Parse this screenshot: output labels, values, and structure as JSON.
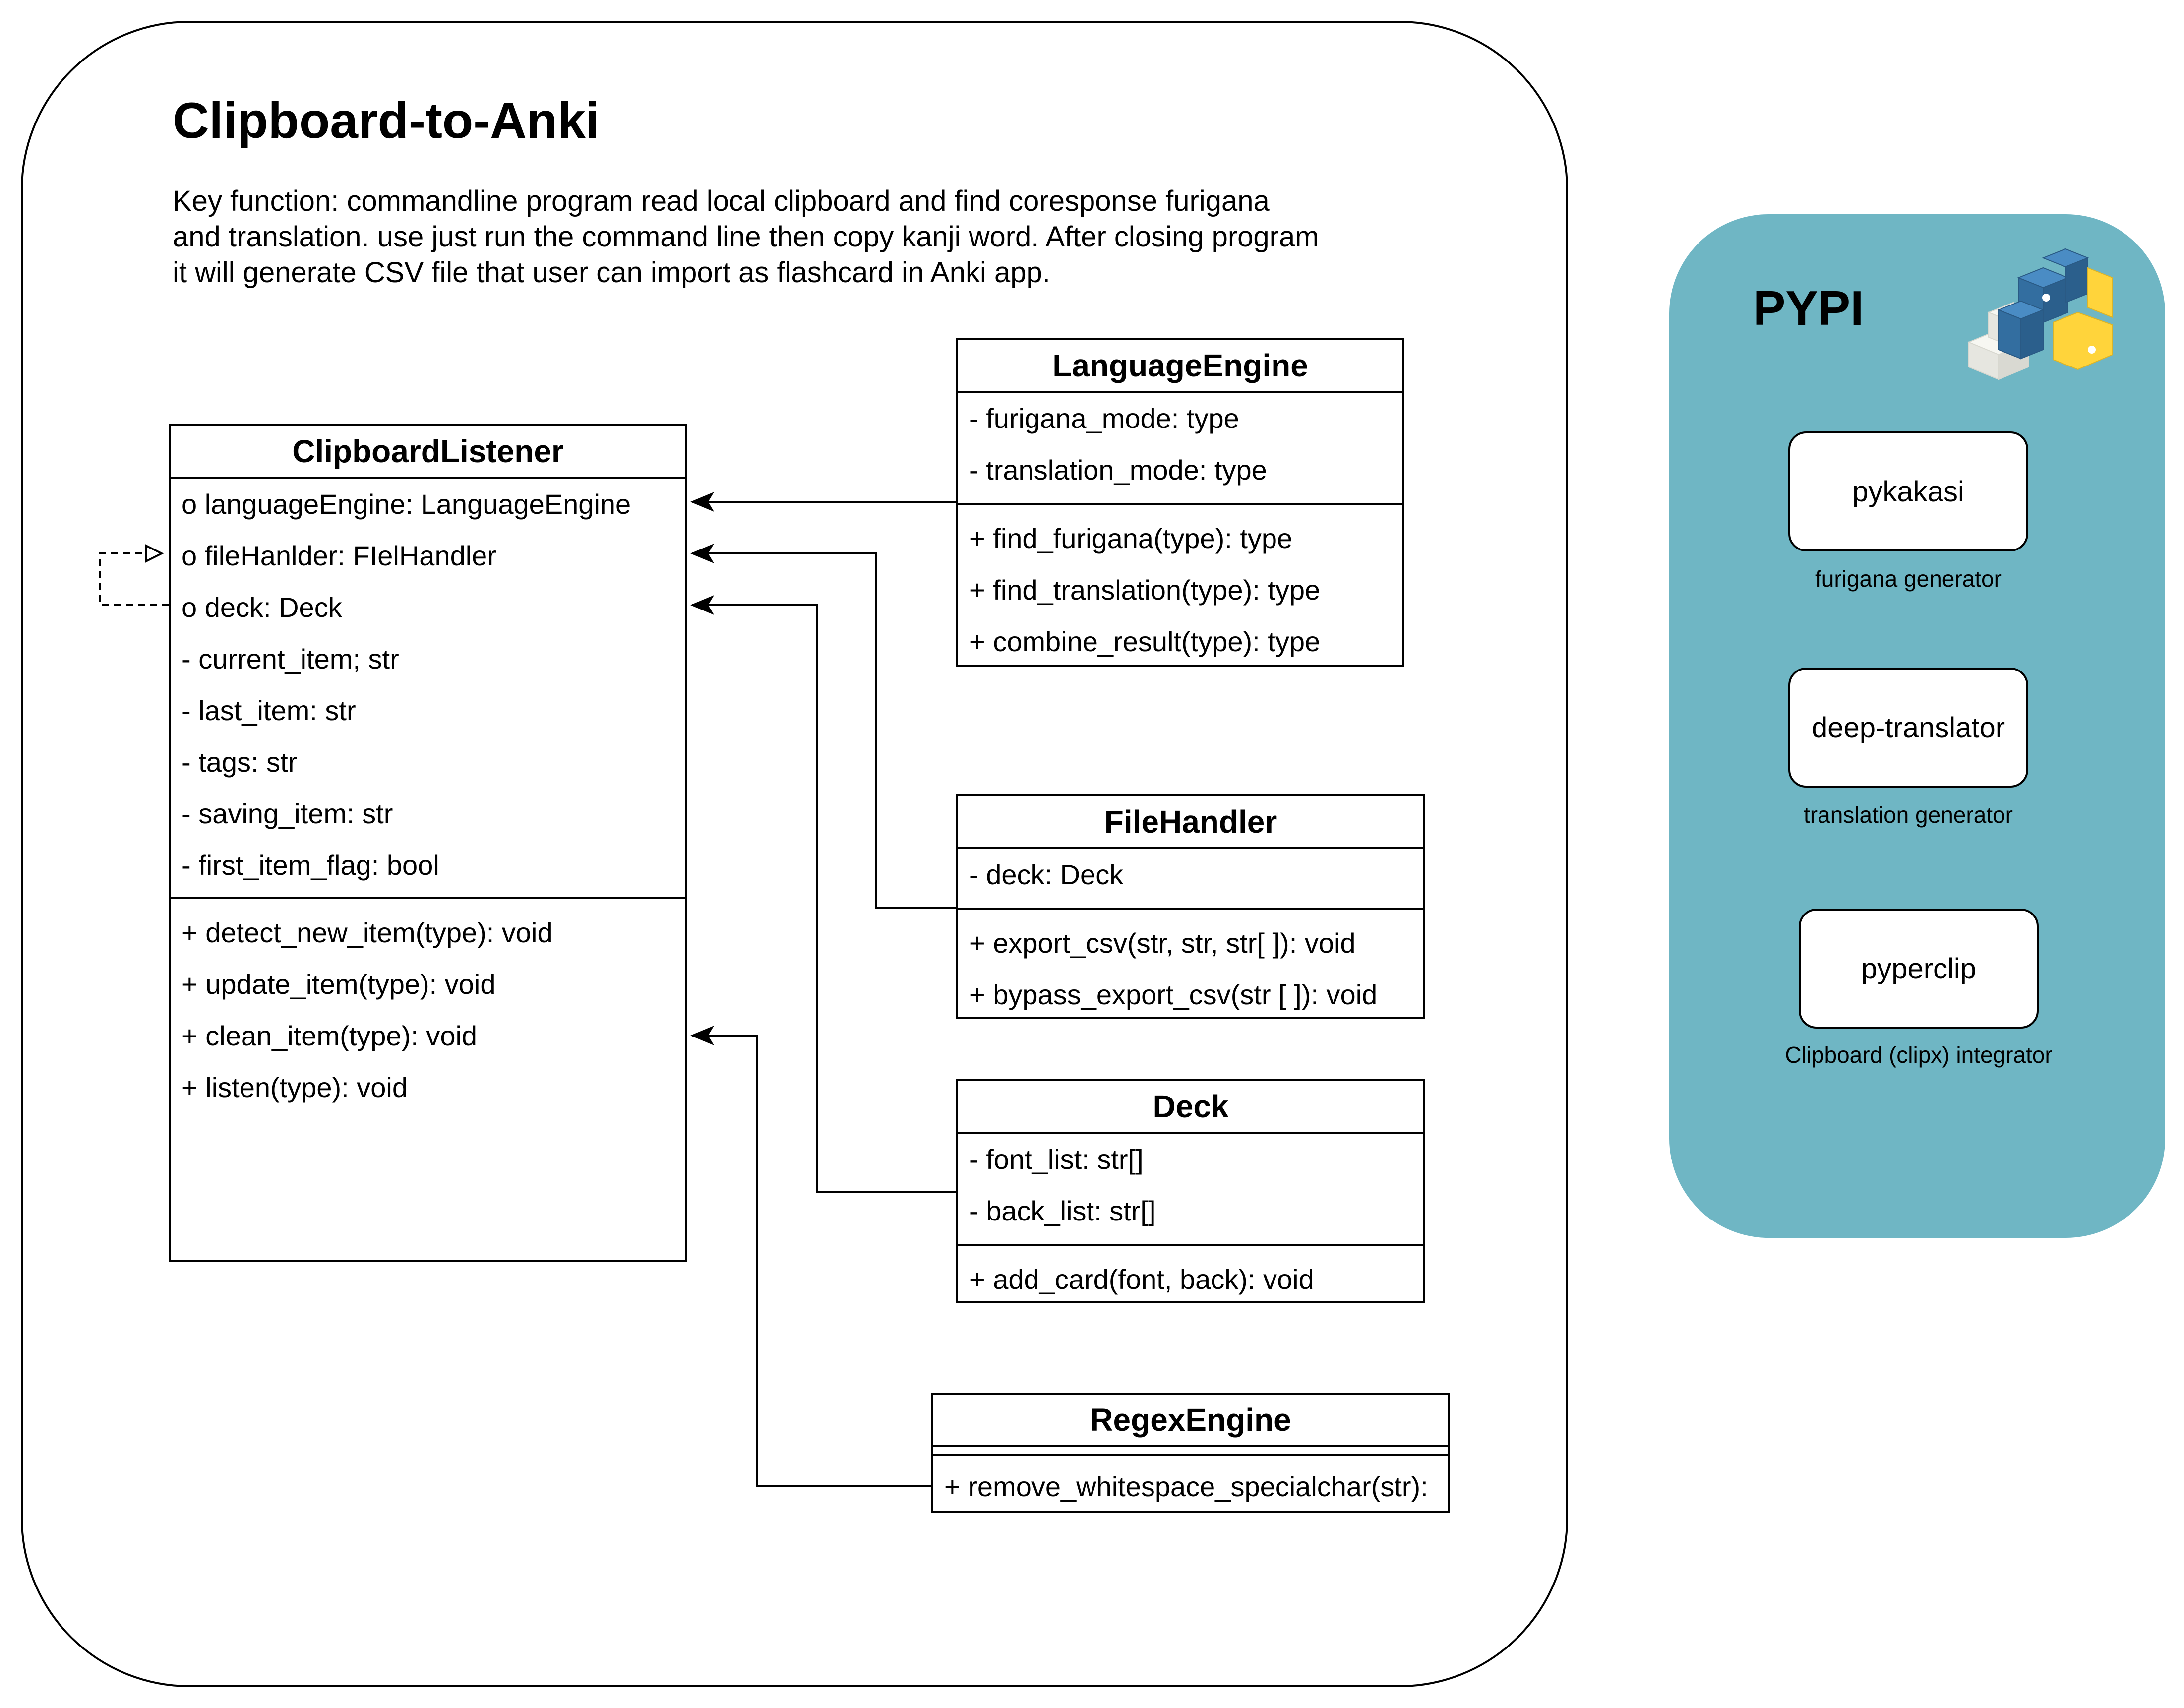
{
  "title": "Clipboard-to-Anki",
  "description_lines": [
    "Key function: commandline program read local clipboard and find coresponse furigana",
    "and translation. use just run the command line then copy kanji word. After closing program",
    "it will generate CSV file that user can import as flashcard in Anki app."
  ],
  "classes": {
    "clipboard_listener": {
      "name": "ClipboardListener",
      "attributes": [
        "o languageEngine: LanguageEngine",
        "o fileHanlder: FIelHandler",
        "o deck: Deck",
        "- current_item; str",
        "- last_item: str",
        "- tags: str",
        "- saving_item: str",
        "- first_item_flag: bool"
      ],
      "methods": [
        "+ detect_new_item(type): void",
        "+ update_item(type): void",
        "+ clean_item(type): void",
        "+ listen(type): void"
      ]
    },
    "language_engine": {
      "name": "LanguageEngine",
      "attributes": [
        "- furigana_mode: type",
        "- translation_mode: type"
      ],
      "methods": [
        "+ find_furigana(type): type",
        "+ find_translation(type): type",
        "+ combine_result(type): type"
      ]
    },
    "file_handler": {
      "name": "FileHandler",
      "attributes": [
        "- deck: Deck"
      ],
      "methods": [
        "+ export_csv(str, str, str[ ]): void",
        "+ bypass_export_csv(str [ ]): void"
      ]
    },
    "deck": {
      "name": "Deck",
      "attributes": [
        "- font_list: str[]",
        "- back_list: str[]"
      ],
      "methods": [
        "+ add_card(font, back): void"
      ]
    },
    "regex_engine": {
      "name": "RegexEngine",
      "attributes": [],
      "methods": [
        "+ remove_whitespace_specialchar(str):"
      ]
    }
  },
  "pypi": {
    "title": "PYPI",
    "packages": [
      {
        "name": "pykakasi",
        "caption": "furigana generator"
      },
      {
        "name": "deep-translator",
        "caption": "translation generator"
      },
      {
        "name": "pyperclip",
        "caption": "Clipboard (clipx) integrator"
      }
    ],
    "logo_colors": {
      "blue": "#336ea0",
      "blue_light": "#4a8cc4",
      "yellow": "#ffd43b",
      "grey": "#eeeeea"
    }
  },
  "colors": {
    "pypi_background": "#6fb6c4",
    "stroke": "#000000"
  }
}
